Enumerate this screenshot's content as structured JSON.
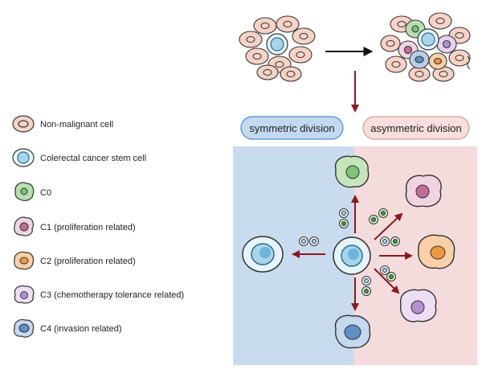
{
  "colors": {
    "non_malignant": "#f6d3c6",
    "stem_cell": "#a8d5ea",
    "c0": "#b7e0b0",
    "c1": "#e9c0d4",
    "c2": "#f7c08d",
    "c3": "#e3d2ef",
    "c4": "#b8cfe9",
    "arrow_red": "#8b1a1f",
    "symmetric_bg": "#c9dcef",
    "asymmetric_bg": "#f5dcdc"
  },
  "legend": [
    {
      "label": "Non-malignant cell",
      "icon": "non-malignant-cell-icon"
    },
    {
      "label": "Colerectal cancer stem cell",
      "icon": "stem-cell-icon"
    },
    {
      "label": "C0",
      "icon": "c0-cell-icon"
    },
    {
      "label": "C1 (proliferation related)",
      "icon": "c1-cell-icon"
    },
    {
      "label": "C2 (proliferation related)",
      "icon": "c2-cell-icon"
    },
    {
      "label": "C3 (chemotherapy tolerance related)",
      "icon": "c3-cell-icon"
    },
    {
      "label": "C4 (invasion related)",
      "icon": "c4-cell-icon"
    }
  ],
  "panels": {
    "symmetric": {
      "label": "symmetric division"
    },
    "asymmetric": {
      "label": "asymmetric division"
    }
  }
}
